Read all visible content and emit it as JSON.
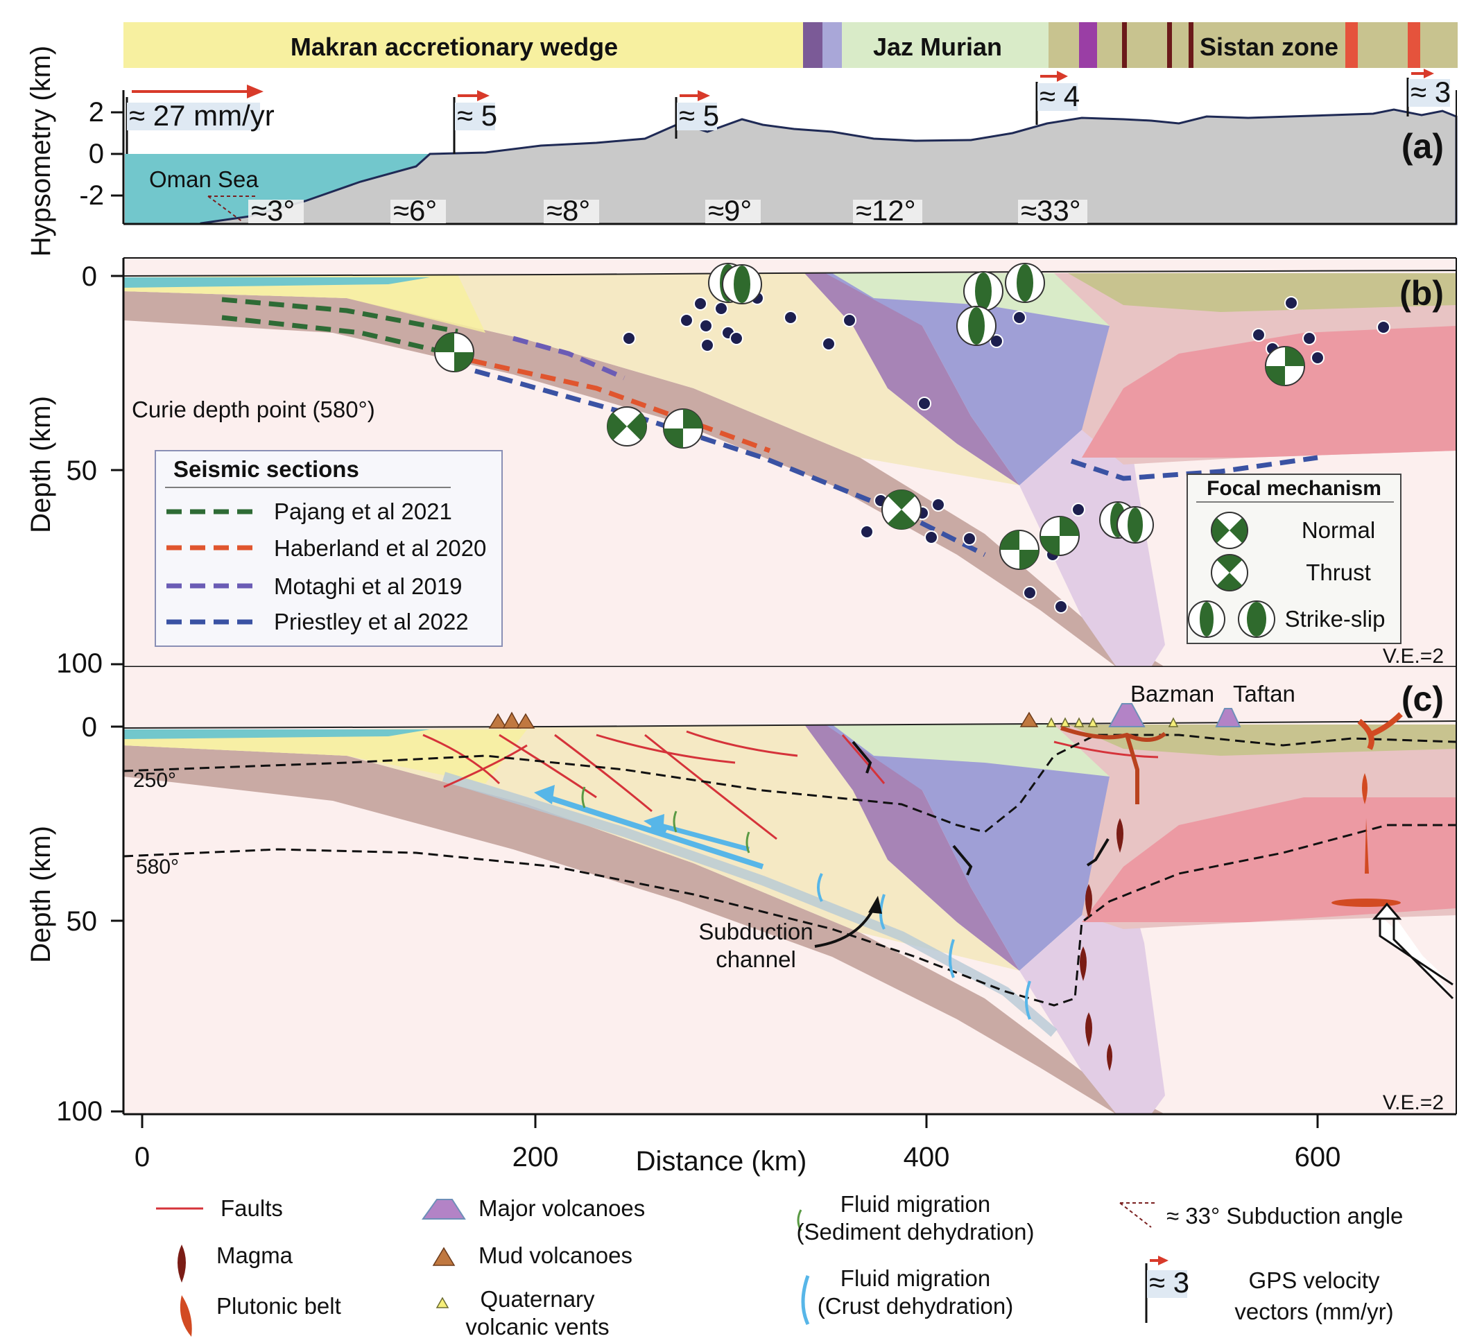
{
  "zone_bar": {
    "makran": "Makran accretionary wedge",
    "jaz_murian": "Jaz Murian",
    "sistan": "Sistan zone"
  },
  "panel_a": {
    "label": "(a)",
    "ylabel": "Hypsometry (km)",
    "y_ticks": [
      "2",
      "0",
      "-2"
    ],
    "oman_sea": "Oman Sea",
    "gps_vectors": [
      "≈ 27 mm/yr",
      "≈ 5",
      "≈ 5",
      "≈ 4",
      "≈ 3"
    ],
    "subduction_angles": [
      "≈3°",
      "≈6°",
      "≈8°",
      "≈9°",
      "≈12°",
      "≈33°"
    ]
  },
  "panel_b": {
    "label": "(b)",
    "ylabel": "Depth (km)",
    "y_ticks": [
      "0",
      "50",
      "100"
    ],
    "curie_label": "Curie depth point (580°)",
    "ve": "V.E.=2",
    "seismic_legend_title": "Seismic sections",
    "seismic_sections": [
      {
        "label": "Pajang et al 2021",
        "color": "#2e6b35"
      },
      {
        "label": "Haberland et al 2020",
        "color": "#e0552e"
      },
      {
        "label": "Motaghi et al 2019",
        "color": "#6b5cb5"
      },
      {
        "label": "Priestley et al 2022",
        "color": "#3a52a3"
      }
    ],
    "focal_legend_title": "Focal mechanism",
    "focal_types": [
      "Normal",
      "Thrust",
      "Strike-slip"
    ]
  },
  "panel_c": {
    "label": "(c)",
    "ylabel": "Depth (km)",
    "y_ticks": [
      "0",
      "50",
      "100"
    ],
    "iso_250": "250°",
    "iso_580": "580°",
    "subduction_channel": "Subduction\nchannel",
    "bazman": "Bazman",
    "taftan": "Taftan",
    "ve": "V.E.=2"
  },
  "x_axis": {
    "label": "Distance (km)",
    "ticks": [
      "0",
      "200",
      "400",
      "600"
    ]
  },
  "legend": {
    "faults": "Faults",
    "magma": "Magma",
    "plutonic": "Plutonic belt",
    "major_volcanoes": "Major volcanoes",
    "mud_volcanoes": "Mud volcanoes",
    "quaternary_1": "Quaternary",
    "quaternary_2": "volcanic vents",
    "fluid_sed_1": "Fluid migration",
    "fluid_sed_2": "(Sediment dehydration)",
    "fluid_crust_1": "Fluid migration",
    "fluid_crust_2": "(Crust dehydration)",
    "angle": "≈ 33° Subduction angle",
    "gps_box": "≈ 3",
    "gps_1": "GPS velocity",
    "gps_2": "vectors (mm/yr)"
  },
  "colors": {
    "makran_yellow": "#f7f0a0",
    "jaz_green": "#d9ebc8",
    "sistan_olive": "#c8c38f",
    "purple": "#a784b6",
    "blue_violet": "#9f9fd6",
    "lavender": "#e2cde5",
    "pink_red": "#ec9aa3",
    "slab": "#c9aaa4",
    "mantle": "#fcefee",
    "sea": "#72c7cc",
    "gray_relief": "#c9c9c9"
  }
}
